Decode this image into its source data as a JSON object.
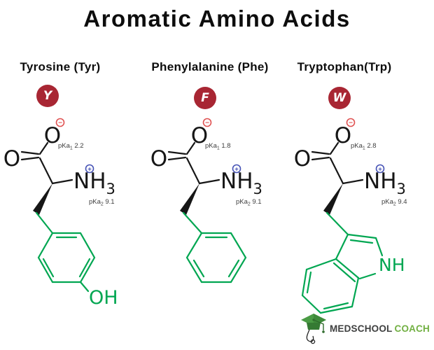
{
  "title": "Aromatic Amino Acids",
  "amino_acids": [
    {
      "heading": "Tyrosine (Tyr)",
      "letter": "Y",
      "pka1": {
        "label": "pKa",
        "sub": "1",
        "value": "2.2"
      },
      "pka2": {
        "label": "pKa",
        "sub": "2",
        "value": "9.1"
      },
      "substituent": "OH",
      "side_chain": "para-hydroxyphenyl ring"
    },
    {
      "heading": "Phenylalanine (Phe)",
      "letter": "F",
      "pka1": {
        "label": "pKa",
        "sub": "1",
        "value": "1.8"
      },
      "pka2": {
        "label": "pKa",
        "sub": "2",
        "value": "9.1"
      },
      "substituent": "",
      "side_chain": "benzyl ring"
    },
    {
      "heading": "Tryptophan(Trp)",
      "letter": "W",
      "pka1": {
        "label": "pKa",
        "sub": "1",
        "value": "2.8"
      },
      "pka2": {
        "label": "pKa",
        "sub": "2",
        "value": "9.4"
      },
      "substituent": "NH",
      "side_chain": "indole ring"
    }
  ],
  "structure_labels": {
    "carbonyl_o": "O",
    "carboxylate_o": "O",
    "minus": "−",
    "plus": "+",
    "amine": "NH",
    "amine_sub": "3"
  },
  "colors": {
    "structure_green": "#00a651",
    "badge_red": "#a82633",
    "minus_red": "#e05252",
    "plus_blue": "#4653b6",
    "ink": "#161616",
    "pka_gray": "#3d3d3d",
    "logo_dark": "#3f4040",
    "logo_green": "#72b043"
  },
  "logo": {
    "part1": "MEDSCHOOL",
    "part2": "COACH"
  }
}
